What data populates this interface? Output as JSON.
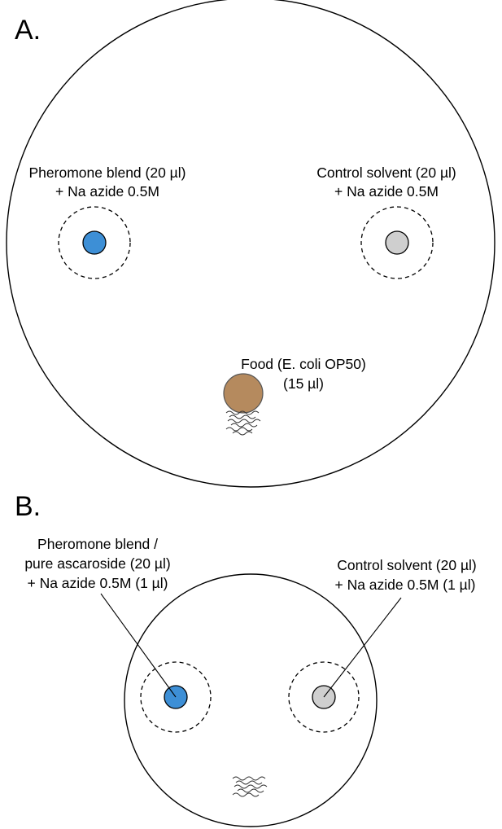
{
  "panel_a": {
    "label": "A.",
    "pheromone": {
      "line1": "Pheromone blend (20 µl)",
      "line2": "+ Na azide 0.5M"
    },
    "control": {
      "line1": "Control solvent (20 µl)",
      "line2": "+ Na azide 0.5M"
    },
    "food": {
      "line1": "Food (E. coli OP50)",
      "line2": "(15 µl)"
    }
  },
  "panel_b": {
    "label": "B.",
    "pheromone": {
      "line1": "Pheromone blend /",
      "line2": "pure ascaroside (20 µl)",
      "line3": "+ Na azide 0.5M (1 µl)"
    },
    "control": {
      "line1": "Control solvent (20 µl)",
      "line2": "+ Na azide 0.5M (1 µl)"
    }
  },
  "colors": {
    "pheromone_spot": "#3d8fd6",
    "control_spot": "#cfcfcf",
    "food_spot": "#b58a5e"
  },
  "icons": {
    "worms": "nematode-cluster-icon"
  }
}
